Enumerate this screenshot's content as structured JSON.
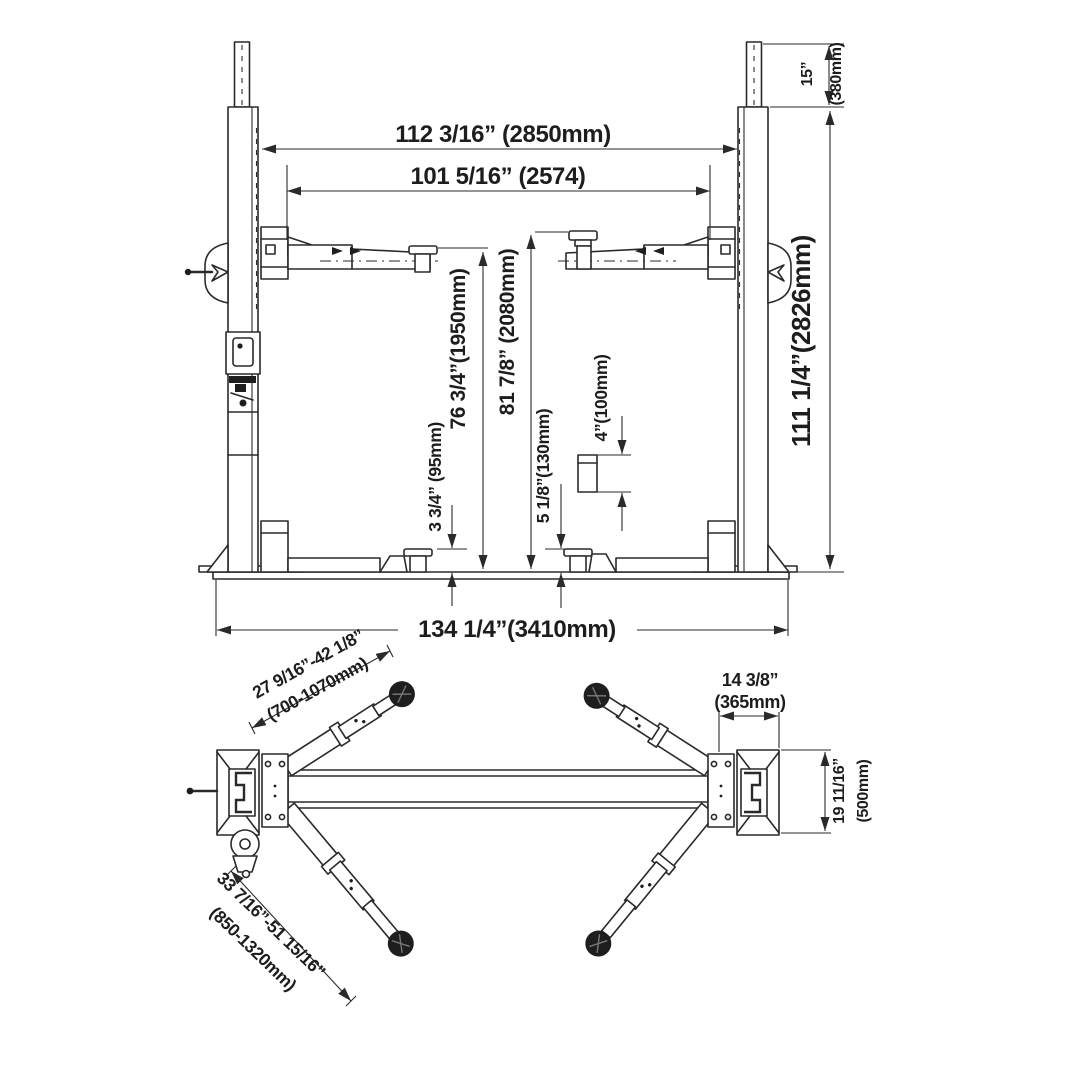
{
  "meta": {
    "type": "technical-drawing",
    "subject": "two-post-lift-dimension-diagram",
    "background": "#ffffff",
    "ink_color": "#1d1d1d"
  },
  "front_view": {
    "name": "front-elevation",
    "dims": {
      "width_between_posts": "112 3/16” (2850mm)",
      "drive_thru_width": "101 5/16” (2574)",
      "top_extension_in": "15”",
      "top_extension_mm": "(380mm)",
      "column_height": "111 1/4”(2826mm)",
      "max_lift_height": "81 7/8” (2080mm)",
      "max_arm_height": "76 3/4”(1950mm)",
      "min_pad_height_left": "3 3/4” (95mm)",
      "min_pad_height_right": "5 1/8”(130mm)",
      "pad_adapter_height": "4”(100mm)",
      "overall_width": "134 1/4”(3410mm)"
    }
  },
  "plan_view": {
    "name": "top-plan",
    "dims": {
      "short_arm_reach": "27 9/16”-42 1/8”",
      "short_arm_reach_mm": "(700-1070mm)",
      "base_plate_width_in": "14 3/8”",
      "base_plate_width_mm": "(365mm)",
      "base_plate_depth_in": "19 11/16”",
      "base_plate_depth_mm": "(500mm)",
      "long_arm_reach": "33 7/16”-51 15/16”",
      "long_arm_reach_mm": "(850-1320mm)"
    }
  }
}
